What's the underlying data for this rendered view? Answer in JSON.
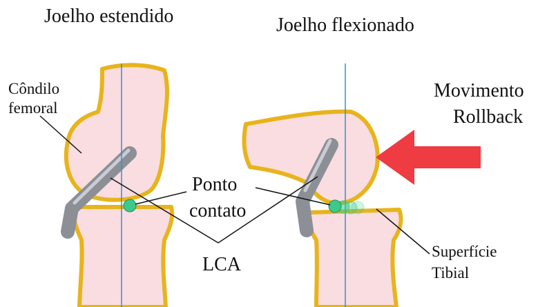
{
  "titles": {
    "left": "Joelho estendido",
    "right": "Joelho flexionado"
  },
  "labels": {
    "condyle_line1": "Côndilo",
    "condyle_line2": "femoral",
    "movement_line1": "Movimento",
    "movement_line2": "Rollback",
    "contact_line1": "Ponto",
    "contact_line2": "contato",
    "lca": "LCA",
    "tibial_line1": "Superfície",
    "tibial_line2": "Tibial"
  },
  "colors": {
    "bone_fill": "#f9dde1",
    "bone_outline": "#e7b41c",
    "ligament": "#8c8f96",
    "ligament_highlight": "#c9ccd2",
    "axis_line": "#2f8fd8",
    "contact_point": "#3cc98a",
    "arrow": "#ef3b42",
    "leader": "#111111"
  },
  "icons": {
    "arrow": "red-left-arrow",
    "contact": "green-contact-dot"
  }
}
